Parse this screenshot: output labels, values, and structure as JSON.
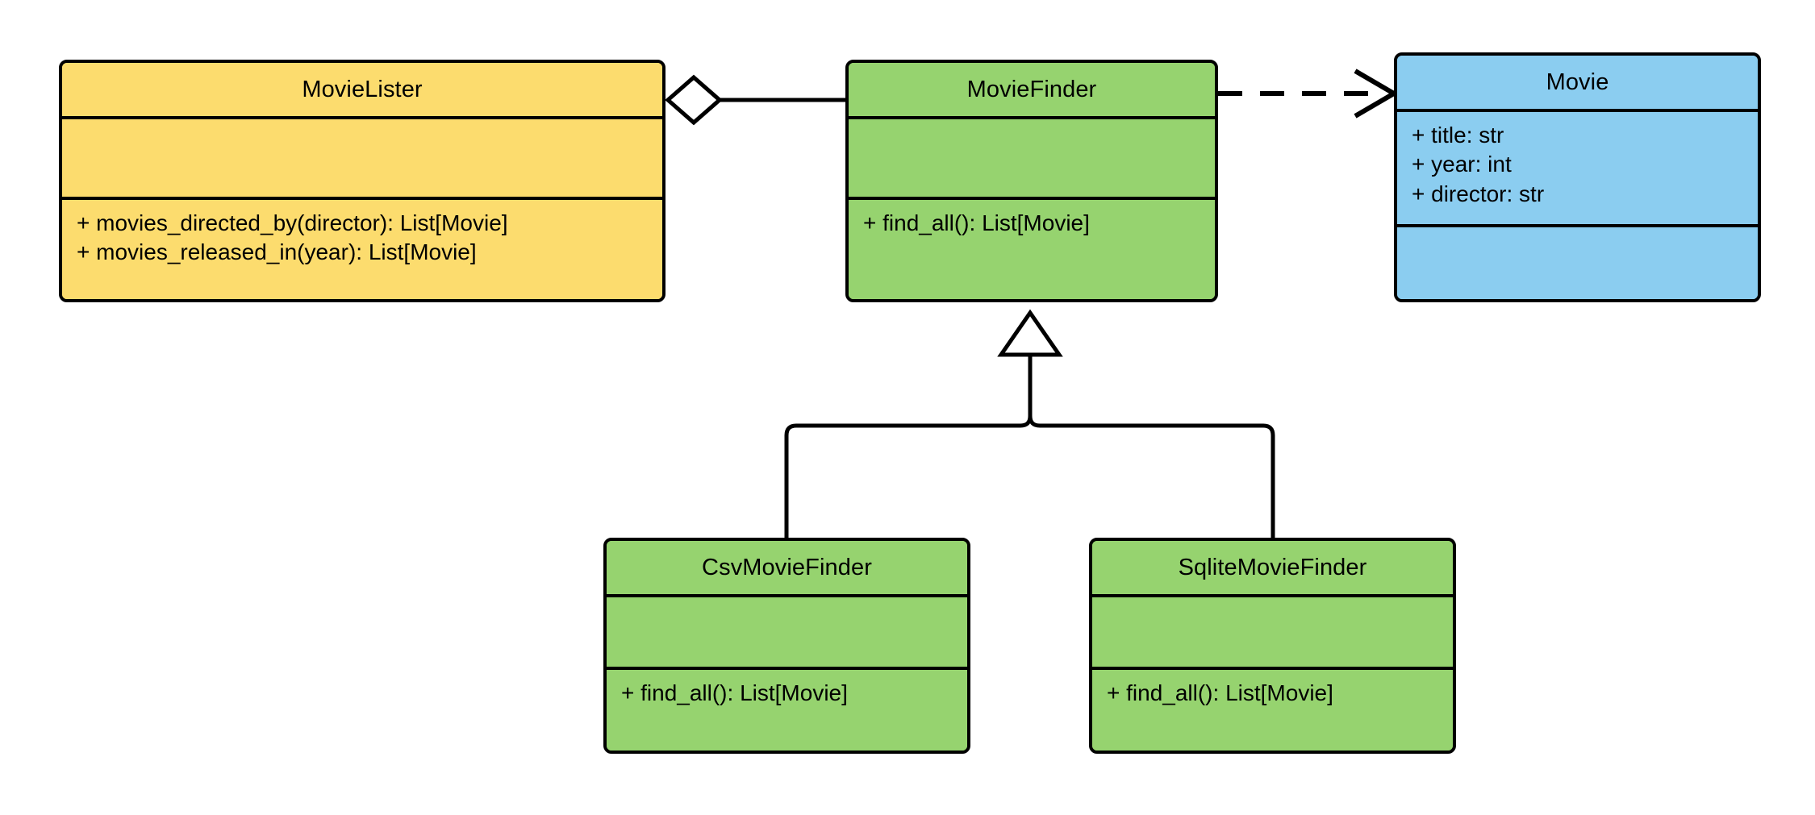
{
  "diagram": {
    "title": "MovieLister dependency injection UML class diagram",
    "type": "uml-class-diagram",
    "colors": {
      "yellow": "#fcdc6e",
      "green": "#96d36f",
      "blue": "#8bcdf0",
      "stroke": "#000000",
      "background": "#ffffff"
    }
  },
  "classes": [
    {
      "id": "movie-lister",
      "name": "MovieLister",
      "color": "#fcdc6e",
      "attributes": [],
      "methods": [
        "+ movies_directed_by(director): List[Movie]",
        "+ movies_released_in(year): List[Movie]"
      ]
    },
    {
      "id": "movie-finder",
      "name": "MovieFinder",
      "color": "#96d36f",
      "attributes": [],
      "methods": [
        "+ find_all(): List[Movie]"
      ]
    },
    {
      "id": "movie",
      "name": "Movie",
      "color": "#8bcdf0",
      "attributes": [
        "+ title: str",
        "+ year: int",
        "+ director: str"
      ],
      "methods": []
    },
    {
      "id": "csv-movie-finder",
      "name": "CsvMovieFinder",
      "color": "#96d36f",
      "attributes": [],
      "methods": [
        "+ find_all(): List[Movie]"
      ]
    },
    {
      "id": "sqlite-movie-finder",
      "name": "SqliteMovieFinder",
      "color": "#96d36f",
      "attributes": [],
      "methods": [
        "+ find_all(): List[Movie]"
      ]
    }
  ],
  "relationships": [
    {
      "id": "aggregation-lister-finder",
      "type": "aggregation",
      "from": "MovieLister",
      "to": "MovieFinder",
      "marker": "hollow-diamond"
    },
    {
      "id": "dependency-finder-movie",
      "type": "dependency",
      "from": "MovieFinder",
      "to": "Movie",
      "marker": "open-arrow",
      "line": "dashed"
    },
    {
      "id": "generalization-csv-finder",
      "type": "generalization",
      "from": "CsvMovieFinder",
      "to": "MovieFinder",
      "marker": "hollow-triangle"
    },
    {
      "id": "generalization-sqlite-finder",
      "type": "generalization",
      "from": "SqliteMovieFinder",
      "to": "MovieFinder",
      "marker": "hollow-triangle"
    }
  ]
}
